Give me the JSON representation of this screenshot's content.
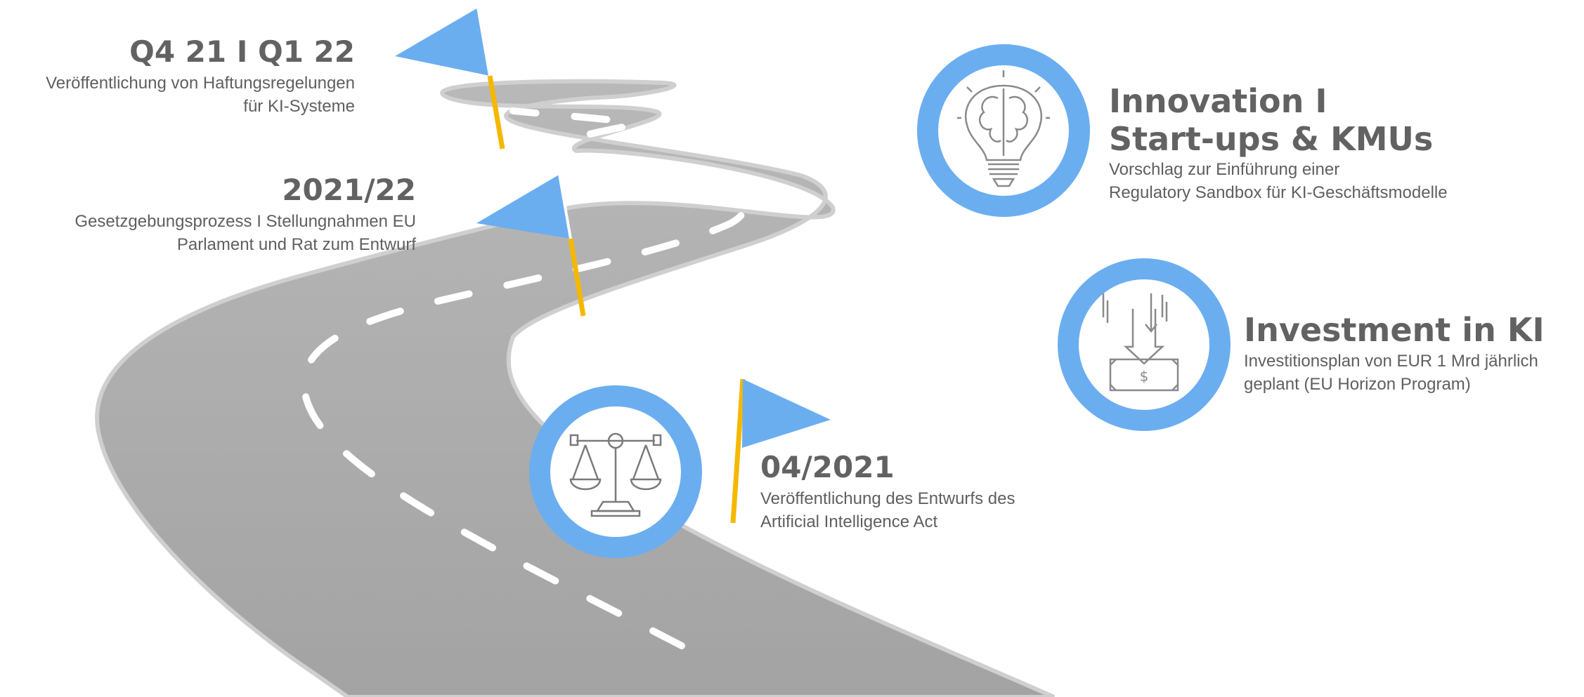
{
  "milestones": [
    {
      "title": "Q4 21 I Q1 22",
      "desc": [
        "Veröffentlichung von Haftungsregelungen",
        "für KI-Systeme"
      ]
    },
    {
      "title": "2021/22",
      "desc": [
        "Gesetzgebungsprozess I Stellungnahmen EU",
        "Parlament und Rat zum Entwurf"
      ]
    },
    {
      "title": "04/2021",
      "desc": [
        "Veröffentlichung des Entwurfs des",
        "Artificial Intelligence Act"
      ]
    }
  ],
  "highlights": [
    {
      "title": [
        "Innovation I",
        "Start-ups & KMUs"
      ],
      "desc": [
        "Vorschlag zur Einführung einer",
        "Regulatory Sandbox für KI-Geschäftsmodelle"
      ],
      "icon": "brain-lightbulb-icon"
    },
    {
      "title": [
        "Investment in KI"
      ],
      "desc": [
        "Investitionsplan von EUR 1 Mrd jährlich",
        "geplant (EU Horizon Program)"
      ],
      "icon": "money-inflow-icon"
    }
  ],
  "icons": {
    "milestone": "scales-of-justice-icon"
  },
  "colors": {
    "accent_blue": "#6aaef0",
    "pole_yellow": "#f5b800",
    "road_gray": "#a9a9a9",
    "text_gray": "#5f5f5f"
  }
}
